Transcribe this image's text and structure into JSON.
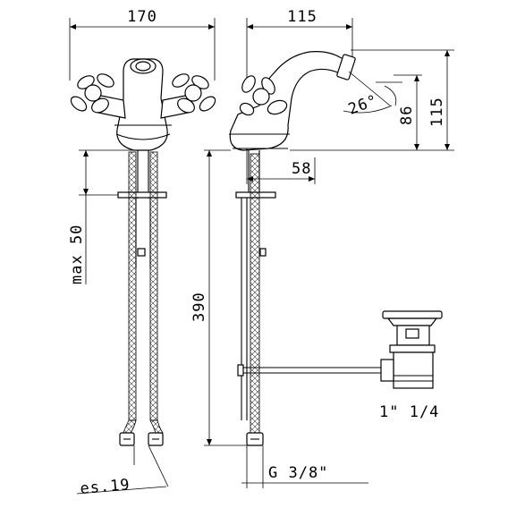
{
  "dimensions": {
    "front_width": "170",
    "side_depth": "115",
    "height_total": "115",
    "height_spout": "86",
    "angle": "26°",
    "base_offset": "58",
    "max_thickness": "max 50",
    "hose_length": "390",
    "drain_size": "1\" 1/4",
    "hose_thread": "G 3/8\"",
    "wrench_size": "es.19"
  }
}
